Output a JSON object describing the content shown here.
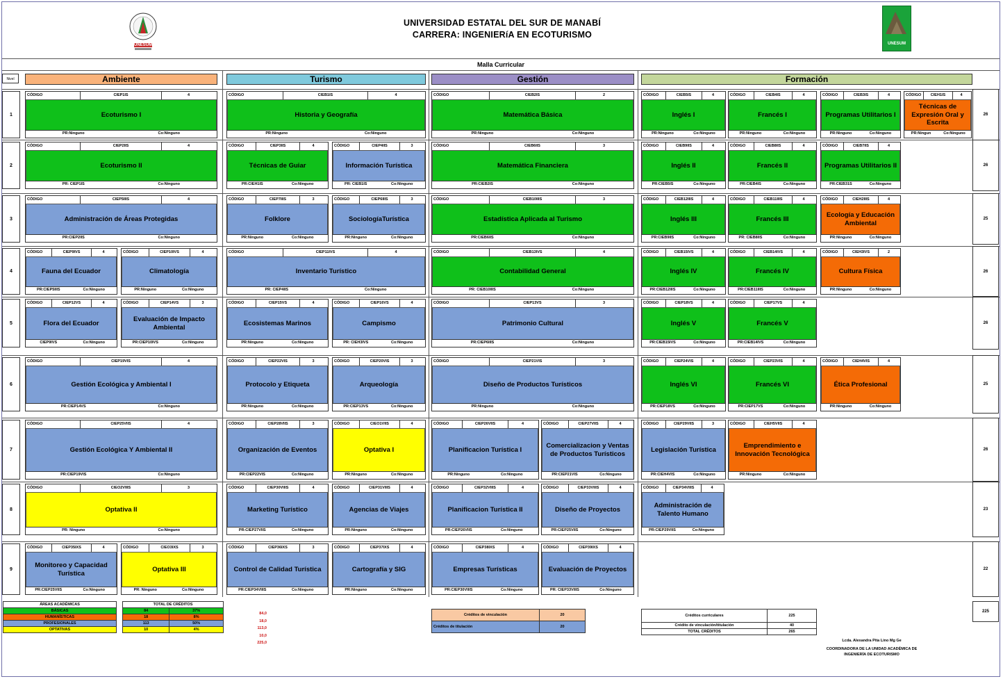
{
  "header": {
    "university": "UNIVERSIDAD ESTATAL DEL SUR DE MANABÍ",
    "career": "CARRERA:  INGENIERíA EN ECOTURISMO",
    "logo_left_text": "UNESUM",
    "logo_right_text": "UNESUM",
    "malla": "Malla Curricular",
    "nivel": "Nivel"
  },
  "areas": [
    {
      "label": "Ambiente",
      "color": "#f9b27a"
    },
    {
      "label": "Turismo",
      "color": "#7fc9dc"
    },
    {
      "label": "Gestión",
      "color": "#9b8ec6"
    },
    {
      "label": "Formación",
      "color": "#c3d69b"
    }
  ],
  "code_label": "CÓDIGO",
  "levels": [
    {
      "n": "1",
      "credits": "26"
    },
    {
      "n": "2",
      "credits": "26"
    },
    {
      "n": "3",
      "credits": "25"
    },
    {
      "n": "4",
      "credits": "26"
    },
    {
      "n": "5",
      "credits": "26"
    },
    {
      "n": "6",
      "credits": "25"
    },
    {
      "n": "7",
      "credits": "26"
    },
    {
      "n": "8",
      "credits": "23"
    },
    {
      "n": "9",
      "credits": "22"
    }
  ],
  "courses": [
    {
      "code": "CIEP1IS",
      "cr": "4",
      "name": "Ecoturismo I",
      "pr": "PR:Ninguno",
      "co": "Co:Ninguno",
      "color": "green"
    },
    {
      "code": "CIEB1IS",
      "cr": "4",
      "name": "Historia y Geografía",
      "pr": "PR:Ninguno",
      "co": "Co:Ninguno",
      "color": "green"
    },
    {
      "code": "CIEB2IS",
      "cr": "2",
      "name": "Matemática Básica",
      "pr": "PR:Ninguno",
      "co": "Co:Ninguno",
      "color": "green"
    },
    {
      "code": "CIEB5IS",
      "cr": "4",
      "name": "Inglés I",
      "pr": "PR:Ninguno",
      "co": "Co:Ninguno",
      "color": "green"
    },
    {
      "code": "CIEB4IS",
      "cr": "4",
      "name": "Francés I",
      "pr": "PR:Ninguno",
      "co": "Co:Ninguno",
      "color": "green"
    },
    {
      "code": "CIEB3IS",
      "cr": "4",
      "name": "Programas Utilitarios I",
      "pr": "PR:Ninguno",
      "co": "Co:Ninguno",
      "color": "green"
    },
    {
      "code": "CIEH1IS",
      "cr": "4",
      "name": "Técnicas de Expresión Oral y Escrita",
      "pr": "PR:Ningun",
      "co": "Co:Ninguno",
      "color": "orange"
    },
    {
      "code": "CIEP2IIS",
      "cr": "4",
      "name": "Ecoturismo II",
      "pr": "PR: CIEP1IS",
      "co": "Co:Ninguno",
      "color": "green"
    },
    {
      "code": "CIEP3IIS",
      "cr": "4",
      "name": "Técnicas de Guiar",
      "pr": "PR:CIEH1IS",
      "co": "Co:Ninguno",
      "color": "green"
    },
    {
      "code": "CIEP4IIS",
      "cr": "3",
      "name": "Información Turística",
      "pr": "PR: CIEB1IS",
      "co": "Co:Ninguno",
      "color": "blue"
    },
    {
      "code": "CIEB6IIS",
      "cr": "3",
      "name": "Matemática Financiera",
      "pr": "PR:CIEB2IS",
      "co": "Co:Ninguno",
      "color": "green"
    },
    {
      "code": "CIEB9IIS",
      "cr": "4",
      "name": "Inglés II",
      "pr": "PR:CIEB5IS",
      "co": "Co:Ninguno",
      "color": "green"
    },
    {
      "code": "CIEB8IIS",
      "cr": "4",
      "name": "Francés II",
      "pr": "PR:CIEB4IS",
      "co": "Co:Ninguno",
      "color": "green"
    },
    {
      "code": "CIEB7IIS",
      "cr": "4",
      "name": "Programas Utilitarios II",
      "pr": "PR:CIEB31S",
      "co": "Co:Ninguno",
      "color": "green"
    },
    {
      "code": "CIEP5IIIS",
      "cr": "4",
      "name": "Administración de Áreas Protegidas",
      "pr": "PR:CIEP2IIS",
      "co": "Co:Ninguno",
      "color": "blue"
    },
    {
      "code": "CIEP7IIIS",
      "cr": "3",
      "name": "Folklore",
      "pr": "PR:Ninguno",
      "co": "Co:Ninguno",
      "color": "blue"
    },
    {
      "code": "CIEP6IIIS",
      "cr": "3",
      "name": "SociologíaTurística",
      "pr": "PR:Ninguno",
      "co": "Co:Ninguno",
      "color": "blue"
    },
    {
      "code": "CIEB10IIIS",
      "cr": "3",
      "name": "Estadística Aplicada al Turismo",
      "pr": "PR:CIEB6IIS",
      "co": "Co:Ninguno",
      "color": "green"
    },
    {
      "code": "CIEB12IIIS",
      "cr": "4",
      "name": "Inglés III",
      "pr": "PR:CIEB9IIS",
      "co": "Co:Ninguno",
      "color": "green"
    },
    {
      "code": "CIEB11IIIS",
      "cr": "4",
      "name": "Francés III",
      "pr": "PR: CIEB8IIS",
      "co": "Co:Ninguno",
      "color": "green"
    },
    {
      "code": "CIEH2IIIS",
      "cr": "4",
      "name": "Ecología y Educación Ambiental",
      "pr": "PR:Ninguno",
      "co": "Co:Ninguno",
      "color": "orange"
    },
    {
      "code": "CIEP9IVS",
      "cr": "4",
      "name": "Fauna del Ecuador",
      "pr": "PR:CIEP5IIIS",
      "co": "Co:Ninguno",
      "color": "blue"
    },
    {
      "code": "CIEP10IVS",
      "cr": "4",
      "name": "Climatología",
      "pr": "PR:Ninguno",
      "co": "Co:Ninguno",
      "color": "blue"
    },
    {
      "code": "CIEP11IVS",
      "cr": "4",
      "name": "Inventario Turístico",
      "pr": "PR: CIEP4IIS",
      "co": "Co:Ninguno",
      "color": "blue"
    },
    {
      "code": "CIEB13IVS",
      "cr": "4",
      "name": "Contabilidad General",
      "pr": "PR: CIEB10IIIS",
      "co": "Co:Ninguno",
      "color": "green"
    },
    {
      "code": "CIEB15IVS",
      "cr": "4",
      "name": "Inglés IV",
      "pr": "PR:CIEB12IIIS",
      "co": "Co:Ninguno",
      "color": "green"
    },
    {
      "code": "CIEB14IVS",
      "cr": "4",
      "name": "Francés IV",
      "pr": "PR:CIEB11IIIS",
      "co": "Co:Ninguno",
      "color": "green"
    },
    {
      "code": "CIEH3IVS",
      "cr": "2",
      "name": "Cultura Física",
      "pr": "PR:Ninguno",
      "co": "Co:Ninguno",
      "color": "orange"
    },
    {
      "code": "CIEP12VS",
      "cr": "4",
      "name": "Flora del Ecuador",
      "pr": "CIEP9IVS",
      "co": "Co:Ninguno",
      "color": "blue"
    },
    {
      "code": "CIEP14VS",
      "cr": "3",
      "name": "Evaluación de Impacto Ambiental",
      "pr": "PR:CIEP10IVS",
      "co": "Co:Ninguno",
      "color": "blue"
    },
    {
      "code": "CIEP15VS",
      "cr": "4",
      "name": "Ecosistemas Marinos",
      "pr": "PR:Ninguno",
      "co": "Co:Ninguno",
      "color": "blue"
    },
    {
      "code": "CIEP16VS",
      "cr": "4",
      "name": "Campismo",
      "pr": "PR:  CIEH3IVS",
      "co": "Co:Ninguno",
      "color": "blue"
    },
    {
      "code": "CIEP13VS",
      "cr": "3",
      "name": "Patrimonio Cultural",
      "pr": "PR:CIEP6IIIS",
      "co": "Co:Ninguno",
      "color": "blue"
    },
    {
      "code": "CIEP18VS",
      "cr": "4",
      "name": "Inglés V",
      "pr": "PR:CIEB15IVS",
      "co": "Co:Ninguno",
      "color": "green"
    },
    {
      "code": "CIEP17VS",
      "cr": "4",
      "name": "Francés V",
      "pr": "PR:CIEB14IVS",
      "co": "Co:Ninguno",
      "color": "green"
    },
    {
      "code": "CIEP19VIS",
      "cr": "4",
      "name": "Gestión Ecológica y Ambiental I",
      "pr": "PR:CIEP14VS",
      "co": "Co:Ninguno",
      "color": "blue"
    },
    {
      "code": "CIEP22VIS",
      "cr": "3",
      "name": "Protocolo y Etiqueta",
      "pr": "PR:Ninguno",
      "co": "Co:Ninguno",
      "color": "blue"
    },
    {
      "code": "CIEP20VIS",
      "cr": "3",
      "name": "Arqueología",
      "pr": "PR:CIEP13VS",
      "co": "Co:Ninguno",
      "color": "blue"
    },
    {
      "code": "CIEP21VIS",
      "cr": "3",
      "name": "Diseño de Productos Turísticos",
      "pr": "PR:Ninguno",
      "co": "Co:Ninguno",
      "color": "blue"
    },
    {
      "code": "CIEP24VIS",
      "cr": "4",
      "name": "Inglés VI",
      "pr": "PR:CIEP18VS",
      "co": "Co:Ninguno",
      "color": "green"
    },
    {
      "code": "CIEP23VIS",
      "cr": "4",
      "name": "Francés VI",
      "pr": "PR:CIEP17VS",
      "co": "Co:Ninguno",
      "color": "green"
    },
    {
      "code": "CIEH4VIS",
      "cr": "4",
      "name": "Ética Profesional",
      "pr": "PR:Ninguno",
      "co": "Co:Ninguno",
      "color": "orange"
    },
    {
      "code": "CIEP25VIIS",
      "cr": "4",
      "name": "Gestión Ecológica Y Ambiental II",
      "pr": "PR:CIEP19VIS",
      "co": "Co:Ninguno",
      "color": "blue"
    },
    {
      "code": "CIEP28VIIS",
      "cr": "3",
      "name": "Organización de Eventos",
      "pr": "PR:CIEP22VIS",
      "co": "Co:Ninguno",
      "color": "blue"
    },
    {
      "code": "CIEO1VIIS",
      "cr": "4",
      "name": "Optativa I",
      "pr": "PR:Ninguno",
      "co": "Co:Ninguno",
      "color": "yellow"
    },
    {
      "code": "CIEP26VIIS",
      "cr": "4",
      "name": "Planificacion Turística I",
      "pr": "PR:Ninguno",
      "co": "Co:Ninguno",
      "color": "blue"
    },
    {
      "code": "CIEP27VIIS",
      "cr": "4",
      "name": "Comercializacion y Ventas de Productos Turísticos",
      "pr": "PR:CIEP21VIS",
      "co": "Co:Ninguno",
      "color": "blue"
    },
    {
      "code": "CIEP29VIIS",
      "cr": "3",
      "name": "Legislación Turística",
      "pr": "PR:CIEH4VIS",
      "co": "Co:Ninguno",
      "color": "blue"
    },
    {
      "code": "CIEH5VIIS",
      "cr": "4",
      "name": "Emprendimiento e Innovación Tecnológica",
      "pr": "PR:Ninguno",
      "co": "Co:Ninguno",
      "color": "orange"
    },
    {
      "code": "CIEO2VIIIS",
      "cr": "3",
      "name": "Optativa II",
      "pr": "PR: Ninguno",
      "co": "Co:Ninguno",
      "color": "yellow"
    },
    {
      "code": "CIEP30VIIIS",
      "cr": "4",
      "name": "Marketing Turístico",
      "pr": "PR:CIEP27VIIS",
      "co": "Co:Ninguno",
      "color": "blue"
    },
    {
      "code": "CIEP31VIIIS",
      "cr": "4",
      "name": "Agencias de Viajes",
      "pr": "PR:Ninguno",
      "co": "Co:Ninguno",
      "color": "blue"
    },
    {
      "code": "CIEP32VIIIS",
      "cr": "4",
      "name": "Planificacion Turística II",
      "pr": "PR:CIEP26VIIS",
      "co": "Co:Ninguno",
      "color": "blue"
    },
    {
      "code": "CIEP33VIIIS",
      "cr": "4",
      "name": "Diseño de Proyectos",
      "pr": "PR:CIEP25VIIS",
      "co": "Co:Ninguno",
      "color": "blue"
    },
    {
      "code": "CIEP34VIIIS",
      "cr": "4",
      "name": "Administración de Talento Humano",
      "pr": "PR:CIEP29VIIS",
      "co": "Co:Ninguno",
      "color": "blue"
    },
    {
      "code": "CIEP35IXS",
      "cr": "4",
      "name": "Monitoreo y Capacidad Turística",
      "pr": "PR:CIEP25VIIS",
      "co": "Co:Ninguno",
      "color": "blue"
    },
    {
      "code": "CIEO3IXS",
      "cr": "3",
      "name": "Optativa III",
      "pr": "PR: Ninguno",
      "co": "Co:Ninguno",
      "color": "yellow"
    },
    {
      "code": "CIEP36IXS",
      "cr": "3",
      "name": "Control de Calidad Turística",
      "pr": "PR:CIEP34VIIIS",
      "co": "Co:Ninguno",
      "color": "blue"
    },
    {
      "code": "CIEP37IXS",
      "cr": "4",
      "name": "Cartografía y SIG",
      "pr": "PR:Ninguno",
      "co": "Co:Ninguno",
      "color": "blue"
    },
    {
      "code": "CIEP38IXS",
      "cr": "4",
      "name": "Empresas Turísticas",
      "pr": "PR:CIEP30VIIIS",
      "co": "Co:Ninguno",
      "color": "blue"
    },
    {
      "code": "CIEP39IXS",
      "cr": "4",
      "name": "Evaluación de Proyectos",
      "pr": "PR:  CIEP33VIIIS",
      "co": "Co:Ninguno",
      "color": "blue"
    }
  ],
  "summary": {
    "areas_title": "ÁREAS ACADÉMICAS",
    "credits_title": "TOTAL DE CRÉDITOS",
    "rows": [
      {
        "area": "BÁSICAS",
        "credits": "84",
        "pct": "37%",
        "value": "84,0",
        "color": "#0fc01a"
      },
      {
        "area": "HUMANÍSTICAS",
        "credits": "18",
        "pct": "8%",
        "value": "18,0",
        "color": "#f46b06"
      },
      {
        "area": "PROFESIONALES",
        "credits": "113",
        "pct": "50%",
        "value": "113,0",
        "color": "#7e9fd6"
      },
      {
        "area": "OPTATIVAS",
        "credits": "10",
        "pct": "4%",
        "value": "10,0",
        "color": "#ffff00"
      }
    ],
    "total_value": "225,0",
    "vinculacion_label": "Créditos de vinculación",
    "vinculacion_value": "20",
    "titulacion_label": "Créditos de titulación",
    "titulacion_value": "20",
    "curriculares_label": "Créditos curriculares",
    "curriculares_value": "225",
    "vinc_tit_label": "Crédito de vinculación/titulación",
    "vinc_tit_value": "40",
    "total_label": "TOTAL CRÉDITOS",
    "total_creditos": "265",
    "grand_total": "225"
  },
  "signature": {
    "name": "Lcda. Alexandra Pita Lino  Mg Ge",
    "role1": "COORDINADORA DE LA UNIDAD ACADÉMICA DE",
    "role2": "INGENIERÍA DE ECOTURISMO"
  }
}
